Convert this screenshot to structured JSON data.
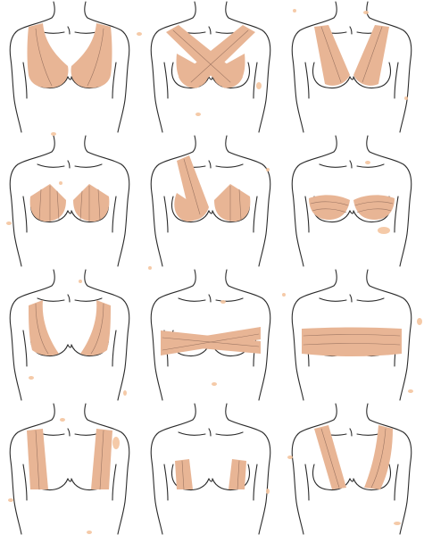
{
  "palette": {
    "background": "#ffffff",
    "outline": "#2b2b2b",
    "tape": "#e8b595",
    "tape_line": "#9c7562",
    "speck": "#f4c49e"
  },
  "grid": {
    "rows": 4,
    "cols": 3
  },
  "variations": [
    {
      "style": "wide-vertical-straps-full-cover"
    },
    {
      "style": "crossed-diagonal-straps"
    },
    {
      "style": "v-shaped-straps"
    },
    {
      "style": "lower-fan-half-cups"
    },
    {
      "style": "single-diagonal-with-fans"
    },
    {
      "style": "horizontal-bandeau-strips"
    },
    {
      "style": "outer-vertical-wraps"
    },
    {
      "style": "x-cross-band"
    },
    {
      "style": "wide-horizontal-band"
    },
    {
      "style": "straight-vertical-straps"
    },
    {
      "style": "short-underbust-strips"
    },
    {
      "style": "asymmetric-shoulder-strap"
    }
  ]
}
